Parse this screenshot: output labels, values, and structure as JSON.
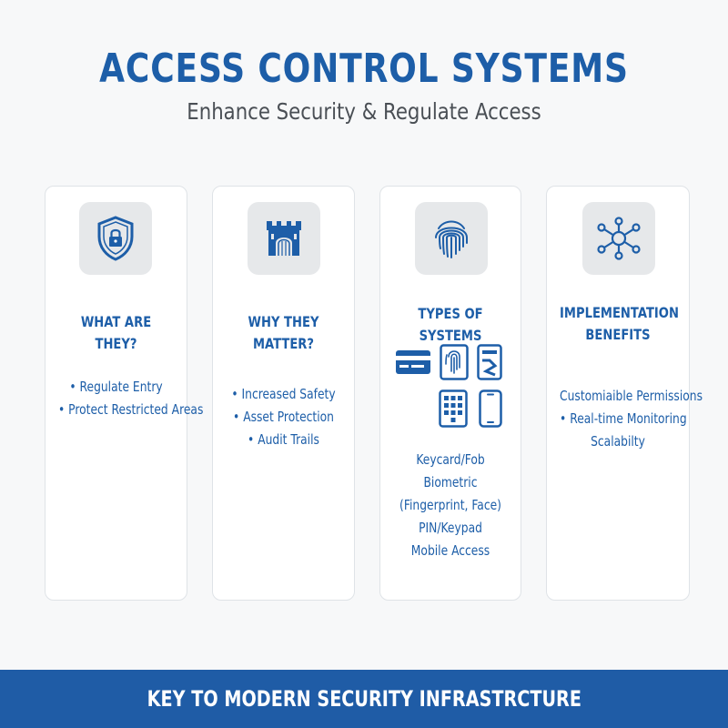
{
  "header": {
    "title": "ACCESS CONTROL SYSTEMS",
    "subtitle": "Enhance Security & Regulate Access"
  },
  "colors": {
    "primary": "#1d5ea8",
    "footer_bg": "#1f5ca6",
    "icon_box_bg": "#e6e8ea",
    "subtitle": "#4a4f55"
  },
  "cards": [
    {
      "icon": "shield-lock-icon",
      "title": "WHAT ARE THEY?",
      "items": [
        "• Regulate Entry",
        "• Protect Restricted Areas"
      ]
    },
    {
      "icon": "castle-gate-icon",
      "title": "WHY THEY MATTER?",
      "items": [
        "• Increased Safety",
        "• Asset Protection",
        "• Audit Trails"
      ]
    },
    {
      "icon": "fingerprint-icon",
      "title": "TYPES OF SYSTEMS",
      "type_icons": [
        "keycard-icon",
        "fingerprint-reader-icon",
        "fob-icon",
        "keypad-icon",
        "mobile-phone-icon"
      ],
      "items": [
        "Keycard/Fob",
        "Biometric",
        "(Fingerprint, Face)",
        "PIN/Keypad",
        "Mobile Access"
      ]
    },
    {
      "icon": "network-hub-icon",
      "title_line1": "IMPLEMENTATION",
      "title_line2": "BENEFITS",
      "items": [
        "Customiaible Permissions",
        "• Real-time Monitoring",
        "Scalabilty"
      ]
    }
  ],
  "footer": {
    "text": "KEY TO MODERN SECURITY INFRASTRCTURE"
  }
}
